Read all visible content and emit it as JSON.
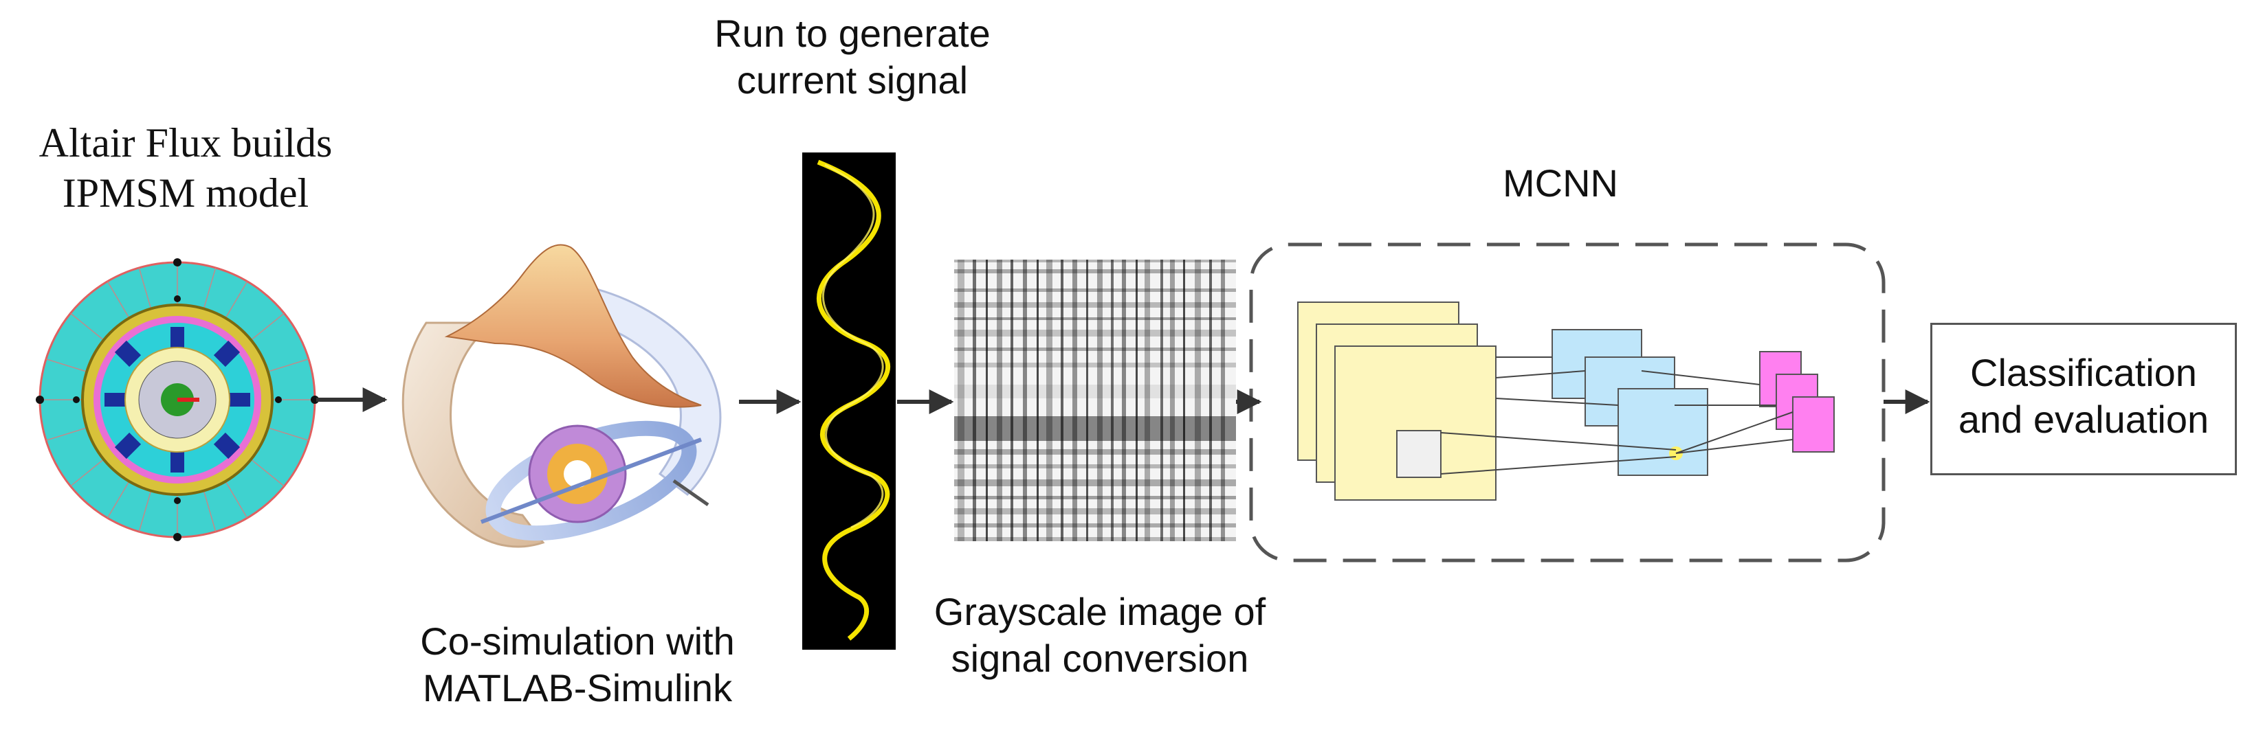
{
  "labels": {
    "flux_line1": "Altair Flux builds",
    "flux_line2": "IPMSM model",
    "run_line1": "Run to generate",
    "run_line2": "current signal",
    "cosim_line1": "Co-simulation with",
    "cosim_line2": "MATLAB-Simulink",
    "gray_line1": "Grayscale image of",
    "gray_line2": "signal conversion",
    "mcnn": "MCNN",
    "class_line1": "Classification",
    "class_line2": "and evaluation"
  },
  "colors": {
    "motor_mesh": "#3fd2cf",
    "signal_wave": "#f5e400",
    "signal_bg": "#000000",
    "feature_map_large": "#fdf6bd",
    "feature_map_mid": "#bfe6fa",
    "feature_map_small": "#ff80f0",
    "arrow": "#333333",
    "kernel_highlight": "#fff266"
  },
  "icons": {
    "motor": "ipmsm-motor-mesh-icon",
    "matlab": "matlab-simulink-logo-icon",
    "signal": "current-signal-waveform",
    "grayscale": "grayscale-image-texture"
  }
}
